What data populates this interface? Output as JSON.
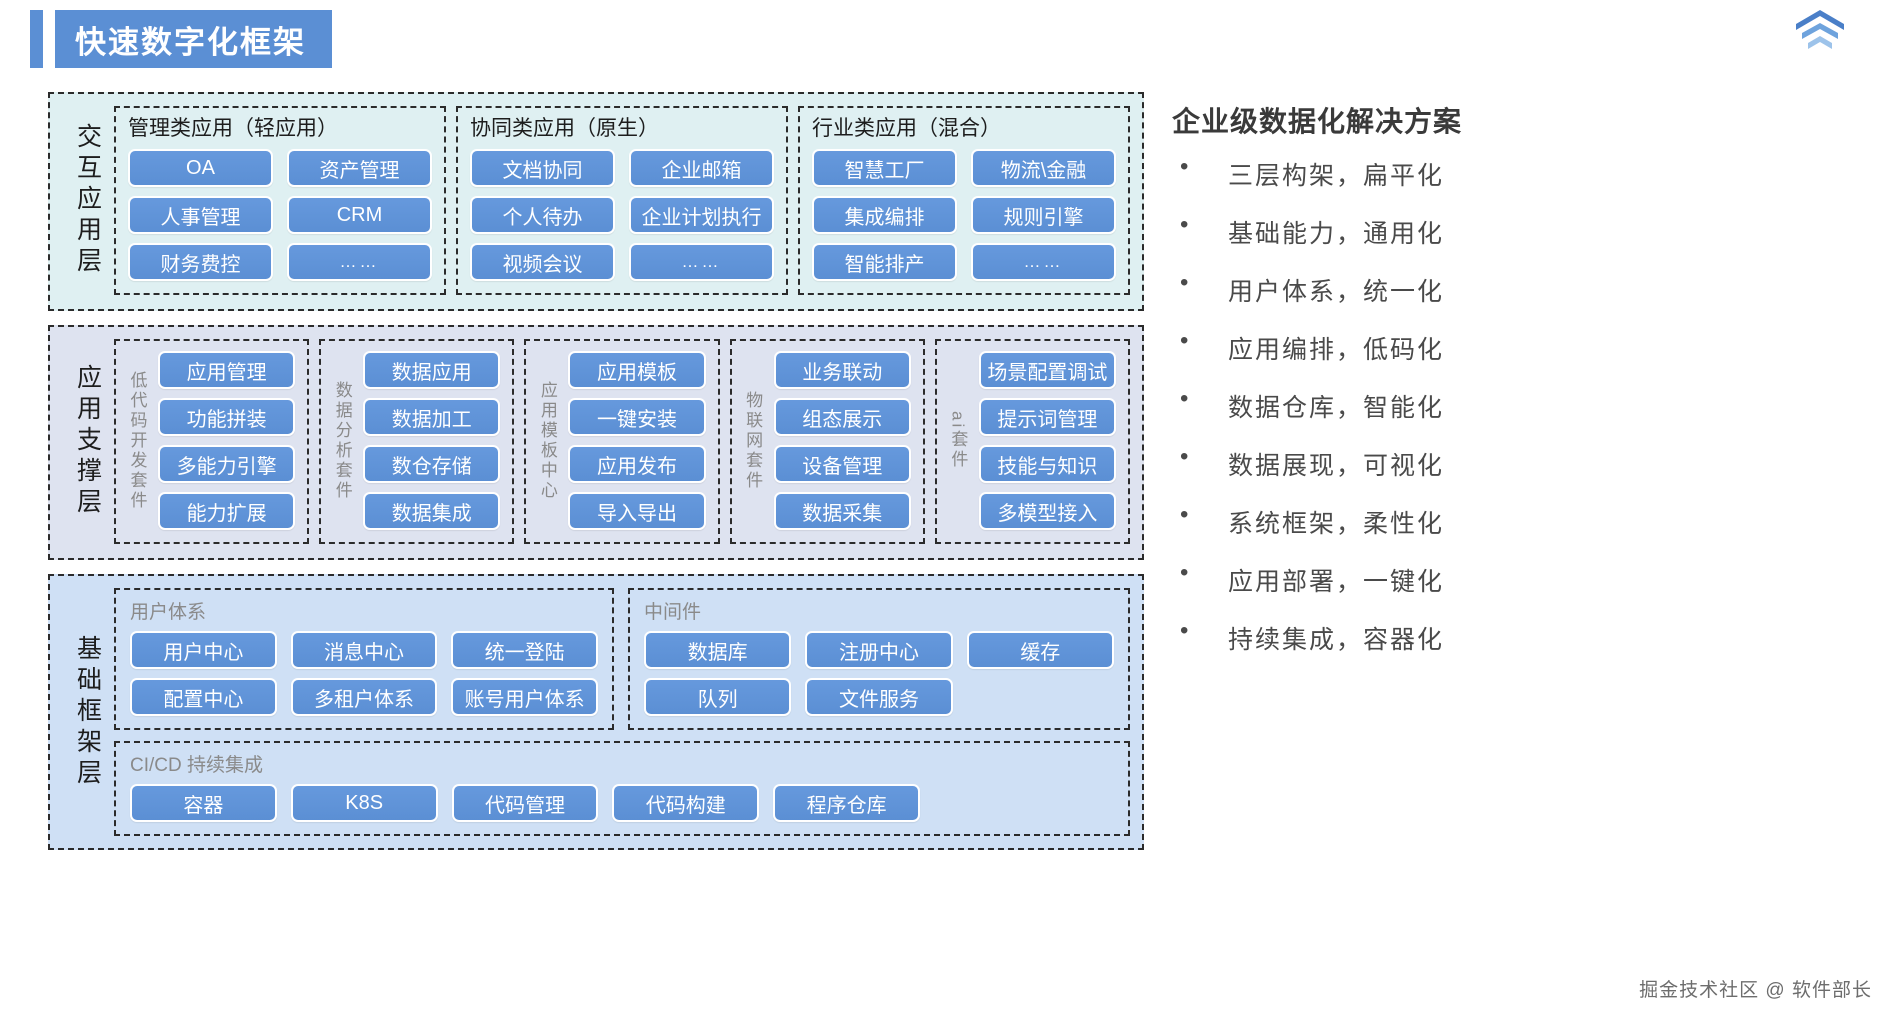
{
  "header": {
    "title": "快速数字化框架",
    "logo_name": "brand-logo"
  },
  "diagram": {
    "layers": [
      {
        "name": "交互应用层",
        "groups": [
          {
            "title": "管理类应用（轻应用）",
            "items": [
              "OA",
              "资产管理",
              "人事管理",
              "CRM",
              "财务费控",
              "……"
            ]
          },
          {
            "title": "协同类应用（原生）",
            "items": [
              "文档协同",
              "企业邮箱",
              "个人待办",
              "企业计划执行",
              "视频会议",
              "……"
            ]
          },
          {
            "title": "行业类应用（混合）",
            "items": [
              "智慧工厂",
              "物流\\金融",
              "集成编排",
              "规则引擎",
              "智能排产",
              "……"
            ]
          }
        ]
      },
      {
        "name": "应用支撑层",
        "groups": [
          {
            "title": "低代码开发套件",
            "items": [
              "应用管理",
              "功能拼装",
              "多能力引擎",
              "能力扩展"
            ]
          },
          {
            "title": "数据分析套件",
            "items": [
              "数据应用",
              "数据加工",
              "数仓存储",
              "数据集成"
            ]
          },
          {
            "title": "应用模板中心",
            "items": [
              "应用模板",
              "一键安装",
              "应用发布",
              "导入导出"
            ]
          },
          {
            "title": "物联网套件",
            "items": [
              "业务联动",
              "组态展示",
              "设备管理",
              "数据采集"
            ]
          },
          {
            "title": "ai套件",
            "items": [
              "场景配置调试",
              "提示词管理",
              "技能与知识",
              "多模型接入"
            ]
          }
        ]
      },
      {
        "name": "基础框架层",
        "groups": [
          {
            "title": "用户体系",
            "items": [
              "用户中心",
              "消息中心",
              "统一登陆",
              "配置中心",
              "多租户体系",
              "账号用户体系"
            ]
          },
          {
            "title": "中间件",
            "items": [
              "数据库",
              "注册中心",
              "缓存",
              "队列",
              "文件服务"
            ]
          },
          {
            "title": "CI/CD 持续集成",
            "items": [
              "容器",
              "K8S",
              "代码管理",
              "代码构建",
              "程序仓库"
            ]
          }
        ]
      }
    ]
  },
  "right_panel": {
    "title": "企业级数据化解决方案",
    "bullets": [
      "三层构架，扁平化",
      "基础能力，通用化",
      "用户体系，统一化",
      "应用编排，低码化",
      "数据仓库，智能化",
      "数据展现，可视化",
      "系统框架，柔性化",
      "应用部署，一键化",
      "持续集成，容器化"
    ]
  },
  "footer": {
    "watermark": "掘金技术社区 @ 软件部长"
  },
  "colors": {
    "accent": "#5b8fd4",
    "layer1_bg": "#dff0f2",
    "layer2_bg": "#dee3f0",
    "layer3_bg": "#cfe0f5",
    "chip_bg": "#5b8fd4",
    "chip_text": "#ffffff"
  }
}
